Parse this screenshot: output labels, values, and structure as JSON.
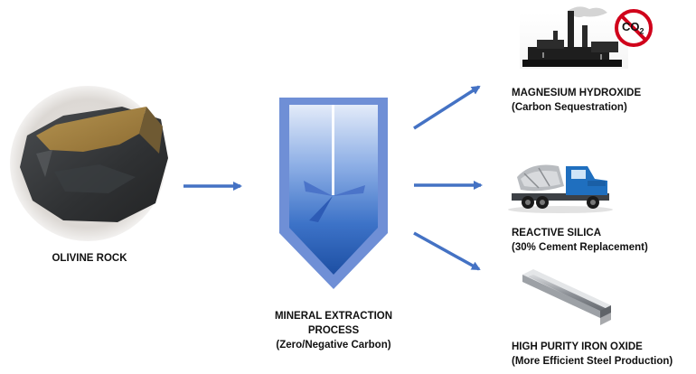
{
  "source": {
    "label": "OLIVINE ROCK"
  },
  "process": {
    "line1": "MINERAL EXTRACTION",
    "line2": "PROCESS",
    "line3": "(Zero/Negative Carbon)"
  },
  "outputs": [
    {
      "title": "MAGNESIUM HYDROXIDE",
      "subtitle": "(Carbon Sequestration)",
      "icon": "factory-no-co2-icon"
    },
    {
      "title": "REACTIVE SILICA",
      "subtitle": "(30% Cement Replacement)",
      "icon": "cement-mixer-truck-icon"
    },
    {
      "title": "HIGH PURITY IRON OXIDE",
      "subtitle": "(More Efficient Steel Production)",
      "icon": "steel-i-beam-icon"
    }
  ],
  "no_co2_sign": {
    "text": "CO",
    "subscript": "2"
  },
  "colors": {
    "arrow": "#4472c4",
    "vessel_outer": "#6f8fd6",
    "vessel_inner_top": "#dfe8f8",
    "vessel_inner_bottom": "#1f4e9c",
    "no_sign": "#d0021b"
  }
}
